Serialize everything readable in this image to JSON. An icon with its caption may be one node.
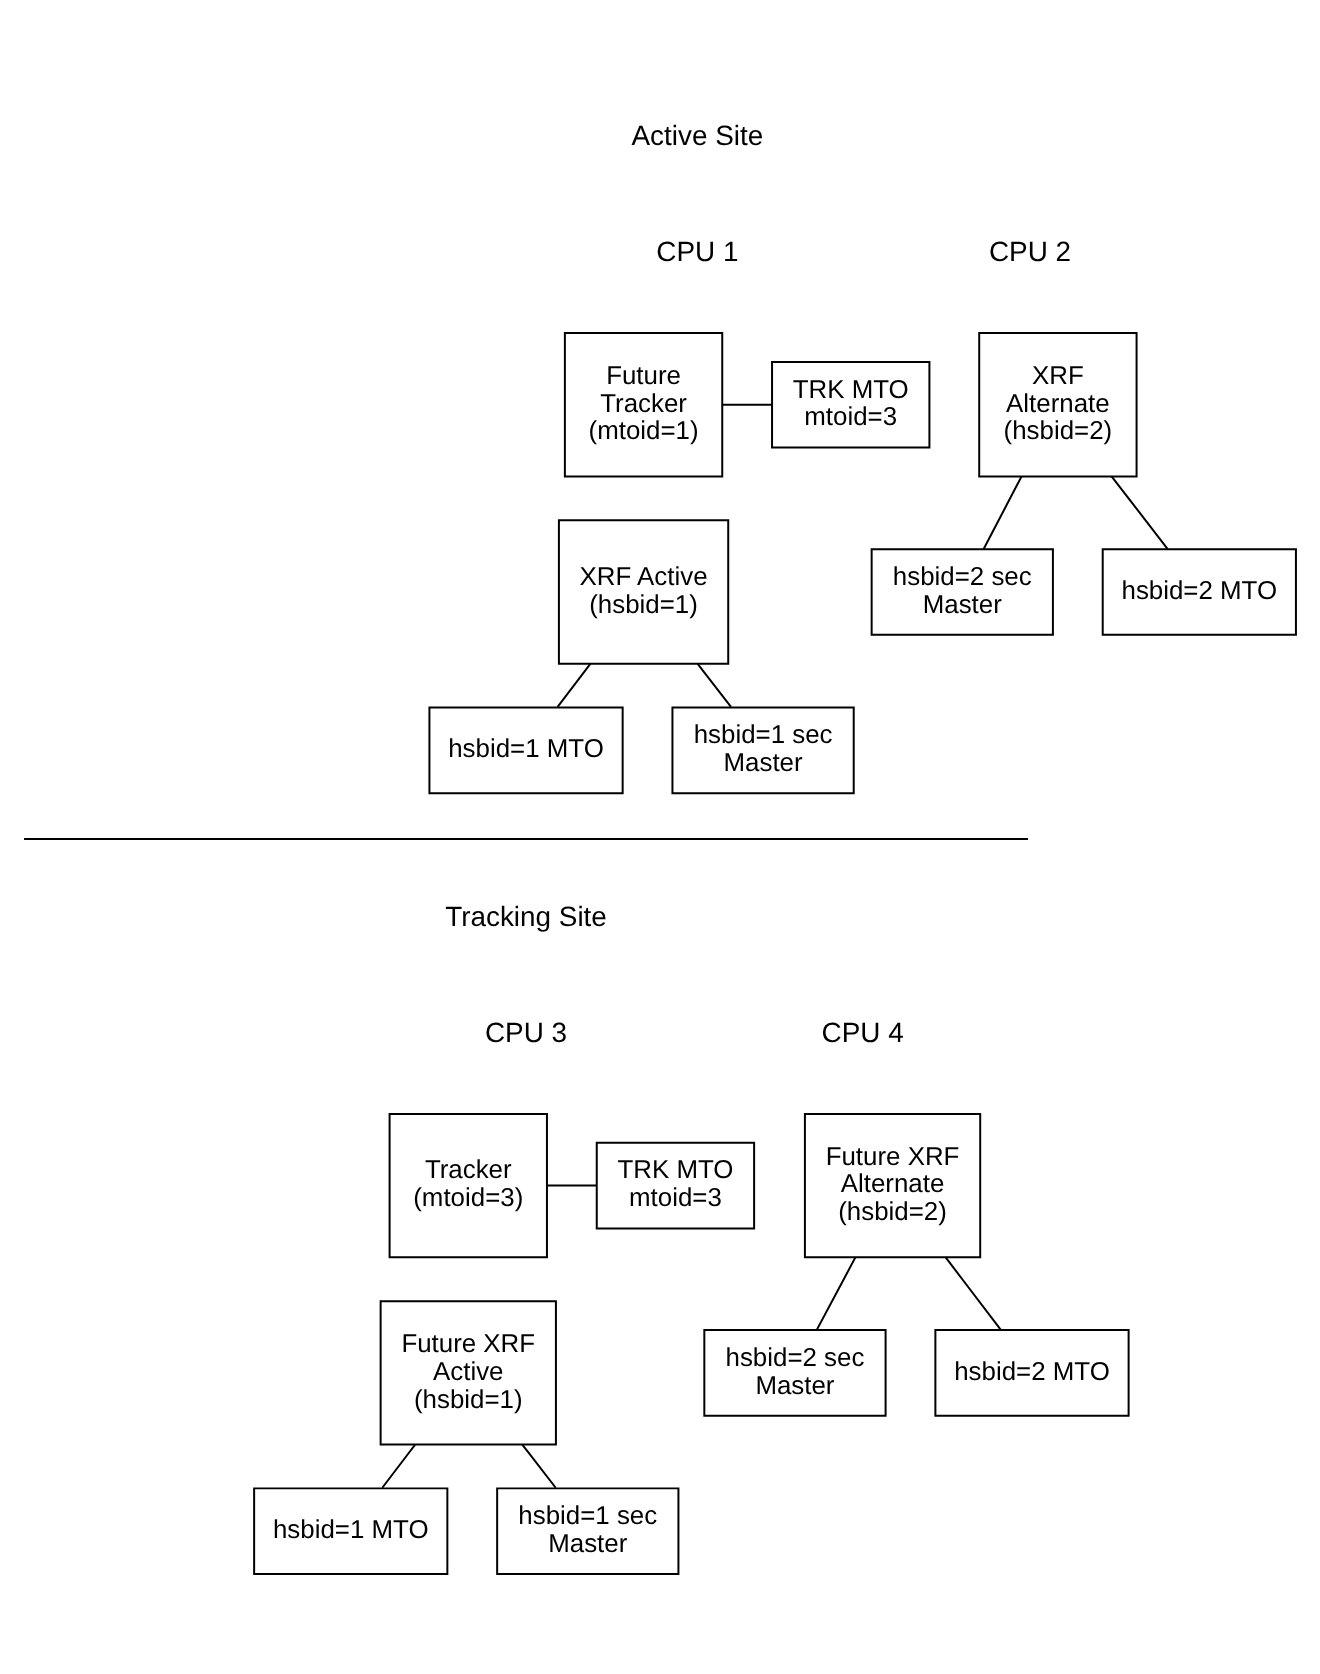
{
  "diagram": {
    "nodes": [
      {
        "text": [
          "Future Tracker (mtoid=1)"
        ]
      },
      {
        "text": [
          "TRK MTO mtoid=3"
        ]
      },
      {
        "text": [
          "XRF Active (hsbid=1)"
        ]
      },
      {
        "text": [
          "hsbid=1 MTO"
        ]
      },
      {
        "text": [
          "hsbid=1 sec Master"
        ]
      },
      {
        "text": [
          "XRF Alternate (hsbid=2)"
        ]
      },
      {
        "text": [
          "hsbid=2 MTO"
        ]
      },
      {
        "text": [
          "hsbid=2 sec Master"
        ]
      },
      {
        "text": [
          "Tracker (mtoid=3)"
        ]
      },
      {
        "text": [
          "TRK MTO mtoid=3"
        ]
      },
      {
        "text": [
          "Future XRF Active (hsbid=1)"
        ]
      },
      {
        "text": [
          "hsbid=1 MTO"
        ]
      },
      {
        "text": [
          "hsbid=1 sec Master"
        ]
      },
      {
        "text": [
          "Future XRF Alternate (hsbid=2)"
        ]
      },
      {
        "text": [
          "hsbid=2 MTO"
        ]
      },
      {
        "text": [
          "hsbid=2 sec Master"
        ]
      }
    ],
    "edges": [
      {
        "from": 0,
        "to": 1,
        "arrow": "none"
      },
      {
        "from": 2,
        "to": 3,
        "arrow": "none"
      },
      {
        "from": 2,
        "to": 4,
        "arrow": "none"
      },
      {
        "from": 5,
        "to": 6,
        "arrow": "none"
      },
      {
        "from": 5,
        "to": 7,
        "arrow": "none"
      },
      {
        "from": 8,
        "to": 9,
        "arrow": "none"
      },
      {
        "from": 10,
        "to": 11,
        "arrow": "none"
      },
      {
        "from": 10,
        "to": 12,
        "arrow": "none"
      },
      {
        "from": 13,
        "to": 14,
        "arrow": "none"
      },
      {
        "from": 13,
        "to": 15,
        "arrow": "none"
      }
    ],
    "labels": [
      "Active Site",
      "CPU 1",
      "CPU 2",
      "Tracking Site",
      "CPU 3",
      "CPU 4"
    ]
  }
}
